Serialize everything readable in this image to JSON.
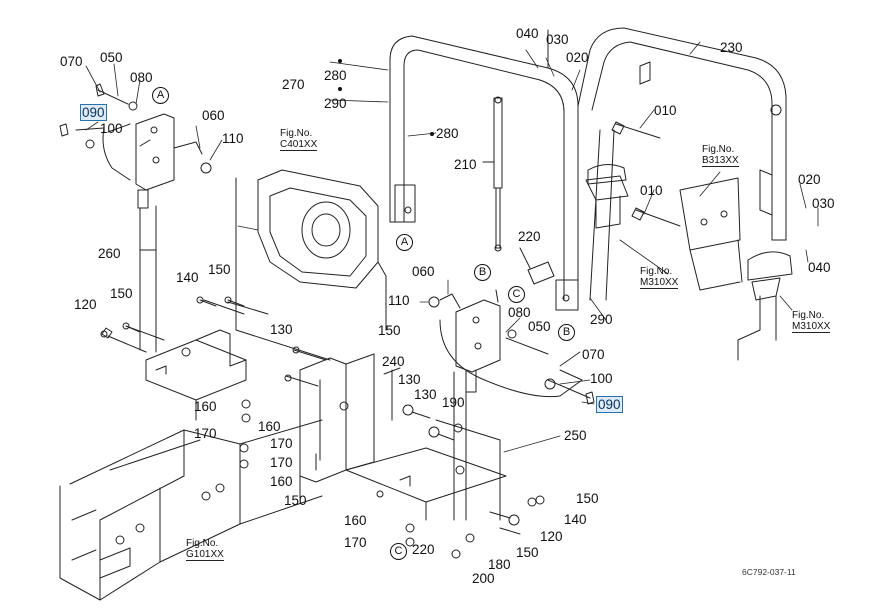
{
  "document_code": "6C792-037-11",
  "part_labels": [
    {
      "id": "p070a",
      "text": "070"
    },
    {
      "id": "p050a",
      "text": "050"
    },
    {
      "id": "p080a",
      "text": "080"
    },
    {
      "id": "p090a",
      "text": "090",
      "highlight": true
    },
    {
      "id": "p100a",
      "text": "100"
    },
    {
      "id": "p060a",
      "text": "060"
    },
    {
      "id": "p110a",
      "text": "110"
    },
    {
      "id": "p260",
      "text": "260"
    },
    {
      "id": "p270",
      "text": "270"
    },
    {
      "id": "p280a",
      "text": "280"
    },
    {
      "id": "p290a",
      "text": "290"
    },
    {
      "id": "p280b",
      "text": "280"
    },
    {
      "id": "p210",
      "text": "210"
    },
    {
      "id": "p040a",
      "text": "040"
    },
    {
      "id": "p030a",
      "text": "030"
    },
    {
      "id": "p020a",
      "text": "020"
    },
    {
      "id": "p230",
      "text": "230"
    },
    {
      "id": "p010a",
      "text": "010"
    },
    {
      "id": "p010b",
      "text": "010"
    },
    {
      "id": "p020b",
      "text": "020"
    },
    {
      "id": "p030b",
      "text": "030"
    },
    {
      "id": "p040b",
      "text": "040"
    },
    {
      "id": "p220a",
      "text": "220"
    },
    {
      "id": "p060b",
      "text": "060"
    },
    {
      "id": "p110b",
      "text": "110"
    },
    {
      "id": "p080b",
      "text": "080"
    },
    {
      "id": "p050b",
      "text": "050"
    },
    {
      "id": "p290b",
      "text": "290"
    },
    {
      "id": "p070b",
      "text": "070"
    },
    {
      "id": "p100b",
      "text": "100"
    },
    {
      "id": "p090b",
      "text": "090",
      "highlight": true
    },
    {
      "id": "p250",
      "text": "250"
    },
    {
      "id": "p140a",
      "text": "140"
    },
    {
      "id": "p150a",
      "text": "150"
    },
    {
      "id": "p120a",
      "text": "120"
    },
    {
      "id": "p150b",
      "text": "150"
    },
    {
      "id": "p130a",
      "text": "130"
    },
    {
      "id": "p150c",
      "text": "150"
    },
    {
      "id": "p240",
      "text": "240"
    },
    {
      "id": "p130b",
      "text": "130"
    },
    {
      "id": "p130c",
      "text": "130"
    },
    {
      "id": "p190",
      "text": "190"
    },
    {
      "id": "p160a",
      "text": "160"
    },
    {
      "id": "p170a",
      "text": "170"
    },
    {
      "id": "p160b",
      "text": "160"
    },
    {
      "id": "p170b",
      "text": "170"
    },
    {
      "id": "p170c",
      "text": "170"
    },
    {
      "id": "p160c",
      "text": "160"
    },
    {
      "id": "p150d",
      "text": "150"
    },
    {
      "id": "p150e",
      "text": "150"
    },
    {
      "id": "p140b",
      "text": "140"
    },
    {
      "id": "p160d",
      "text": "160"
    },
    {
      "id": "p120b",
      "text": "120"
    },
    {
      "id": "p170d",
      "text": "170"
    },
    {
      "id": "p150f",
      "text": "150"
    },
    {
      "id": "p220b",
      "text": "220"
    },
    {
      "id": "p180",
      "text": "180"
    },
    {
      "id": "p200",
      "text": "200"
    }
  ],
  "callouts": [
    {
      "id": "cA1",
      "letter": "A"
    },
    {
      "id": "cA2",
      "letter": "A"
    },
    {
      "id": "cB1",
      "letter": "B"
    },
    {
      "id": "cB2",
      "letter": "B"
    },
    {
      "id": "cC1",
      "letter": "C"
    },
    {
      "id": "cC2",
      "letter": "C"
    }
  ],
  "figure_refs": [
    {
      "id": "fC401",
      "prefix": "Fig.No.",
      "code": "C401XX"
    },
    {
      "id": "fB313",
      "prefix": "Fig.No.",
      "code": "B313XX"
    },
    {
      "id": "fM310a",
      "prefix": "Fig.No.",
      "code": "M310XX"
    },
    {
      "id": "fM310b",
      "prefix": "Fig.No.",
      "code": "M310XX"
    },
    {
      "id": "fG101",
      "prefix": "Fig.No.",
      "code": "G101XX"
    }
  ]
}
